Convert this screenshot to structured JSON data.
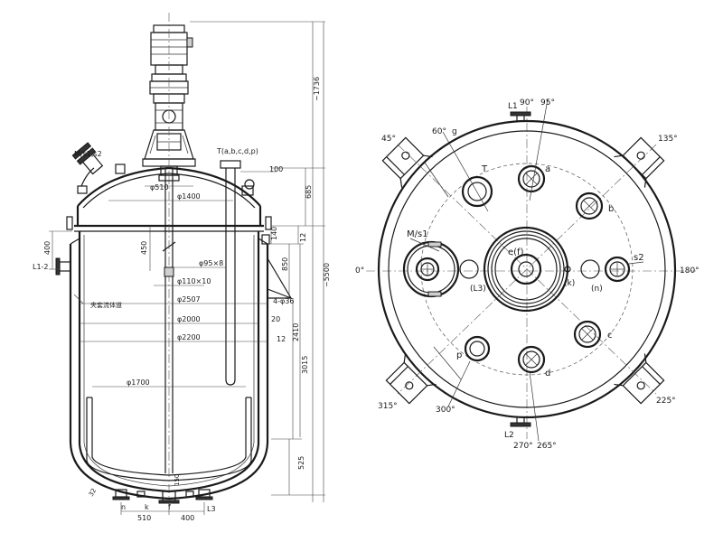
{
  "side_view": {
    "nozzle_left_top": "M/s1,s2",
    "nozzle_right_top": "T(a,b,c,d,p)",
    "dia_510_top": "φ510",
    "dia_1400": "φ1400",
    "dia_95x8": "φ95×8",
    "dia_110x10": "φ110×10",
    "dia_2507": "φ2507",
    "dia_2000": "φ2000",
    "dia_2200": "φ2200",
    "dia_1700": "φ1700",
    "bolt_holes": "4-φ36",
    "dim_100": "100",
    "dim_685": "685",
    "dim_140": "140",
    "dim_12": "12",
    "dim_850": "850",
    "dim_450": "450",
    "dim_400_left": "400",
    "dim_20": "20",
    "dim_12b": "12",
    "dim_2410": "2410",
    "dim_3015": "3015",
    "dim_525": "525",
    "dim_5500": "~5500",
    "dim_1736": "~1736",
    "dim_150": "150",
    "dim_32": "32",
    "dim_510_bottom": "510",
    "dim_400_bottom": "400",
    "label_L1_2": "L1-2",
    "label_n": "n",
    "label_k": "k",
    "label_f": "f",
    "label_L3": "L3",
    "label_jacket": "夹套流体道"
  },
  "top_view": {
    "angles": {
      "a45": "45°",
      "a60": "60°",
      "a90": "90°",
      "a95": "95°",
      "a135": "135°",
      "a0": "0°",
      "a180": "180°",
      "a315": "315°",
      "a300": "300°",
      "a270": "270°",
      "a265": "265°",
      "a225": "225°"
    },
    "nozzles": {
      "L1": "L1",
      "L2": "L2",
      "g": "g",
      "T": "T",
      "a": "a",
      "b": "b",
      "c": "c",
      "d": "d",
      "p": "p",
      "Ms1": "M/s1",
      "L3": "(L3)",
      "ef": "e(f)",
      "k": "(k)",
      "n": "(n)",
      "s2": "s2"
    }
  }
}
